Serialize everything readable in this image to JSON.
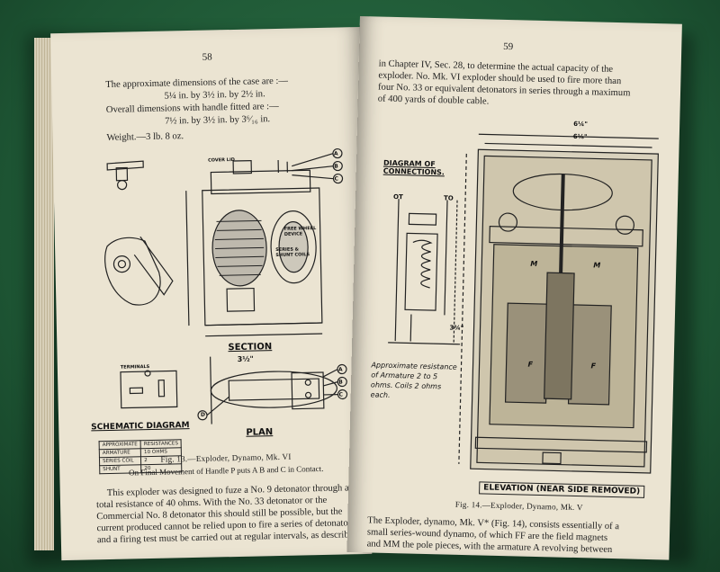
{
  "left_page": {
    "page_number": "58",
    "top_text": [
      "The approximate dimensions of the case are :—",
      "5¼ in. by 3½ in. by 2½ in.",
      "Overall dimensions with handle fitted are :—",
      "7½ in. by 3½ in. by 3⁶⁄₁₆ in.",
      "Weight.—3 lb. 8 oz."
    ],
    "figure_labels": {
      "cover_lid": "COVER LID",
      "free_wheel": "FREE WHEEL DEVICE",
      "series_shunt": "SERIES & SHUNT COILS",
      "section": "SECTION",
      "section_dim": "3½\"",
      "schematic": "SCHEMATIC DIAGRAM",
      "plan": "PLAN",
      "terminals": "TERMINALS",
      "a": "A",
      "b": "B",
      "c": "C",
      "d": "D"
    },
    "resistance_table": {
      "headers": [
        "APPROXIMATE",
        "RESISTANCES"
      ],
      "rows": [
        [
          "ARMATURE",
          "10 OHMS"
        ],
        [
          "SERIES COIL",
          "2"
        ],
        [
          "SHUNT",
          "20"
        ]
      ]
    },
    "caption": "Fig. 13.—Exploder, Dynamo, Mk. VI",
    "subcaption": "On Final Movement of Handle P puts A B and C in Contact.",
    "body_text": [
      "This exploder was designed to fuze a No. 9 detonator through a",
      "total resistance of 40 ohms.  With the No. 33 detonator or the",
      "Commercial No. 8 detonator this should still be possible, but the",
      "current produced cannot be relied upon to fire a series of detonators",
      "and a firing test must be carried out at regular intervals, as described"
    ]
  },
  "right_page": {
    "page_number": "59",
    "top_text": [
      "in Chapter IV, Sec. 28, to determine the actual capacity of the",
      "exploder.  No. Mk. VI exploder should be used to fire more than",
      "four No. 33 or equivalent detonators in series through a maximum",
      "of 400 yards of double cable."
    ],
    "figure_labels": {
      "diagram_title": "DIAGRAM OF CONNECTIONS.",
      "ot": "OT",
      "to": "TO",
      "dim_top1": "6¼\"",
      "dim_top2": "6⅛\"",
      "dim_side": "3¾\"",
      "resistance_note": "Approximate resistance of Armature 2 to 5 ohms. Coils 2 ohms each.",
      "f": "F",
      "m": "M",
      "elevation": "ELEVATION (NEAR SIDE REMOVED)"
    },
    "caption": "Fig. 14.—Exploder, Dynamo, Mk. V",
    "body_text": [
      "The Exploder, dynamo, Mk. V* (Fig. 14), consists essentially of a",
      "small series-wound dynamo, of which FF are the field magnets",
      "and MM the pole pieces, with the armature A revolving between"
    ]
  },
  "colors": {
    "paper": "#ebe4d2",
    "ink": "#1e1e1e",
    "felt": "#1f5a36"
  }
}
